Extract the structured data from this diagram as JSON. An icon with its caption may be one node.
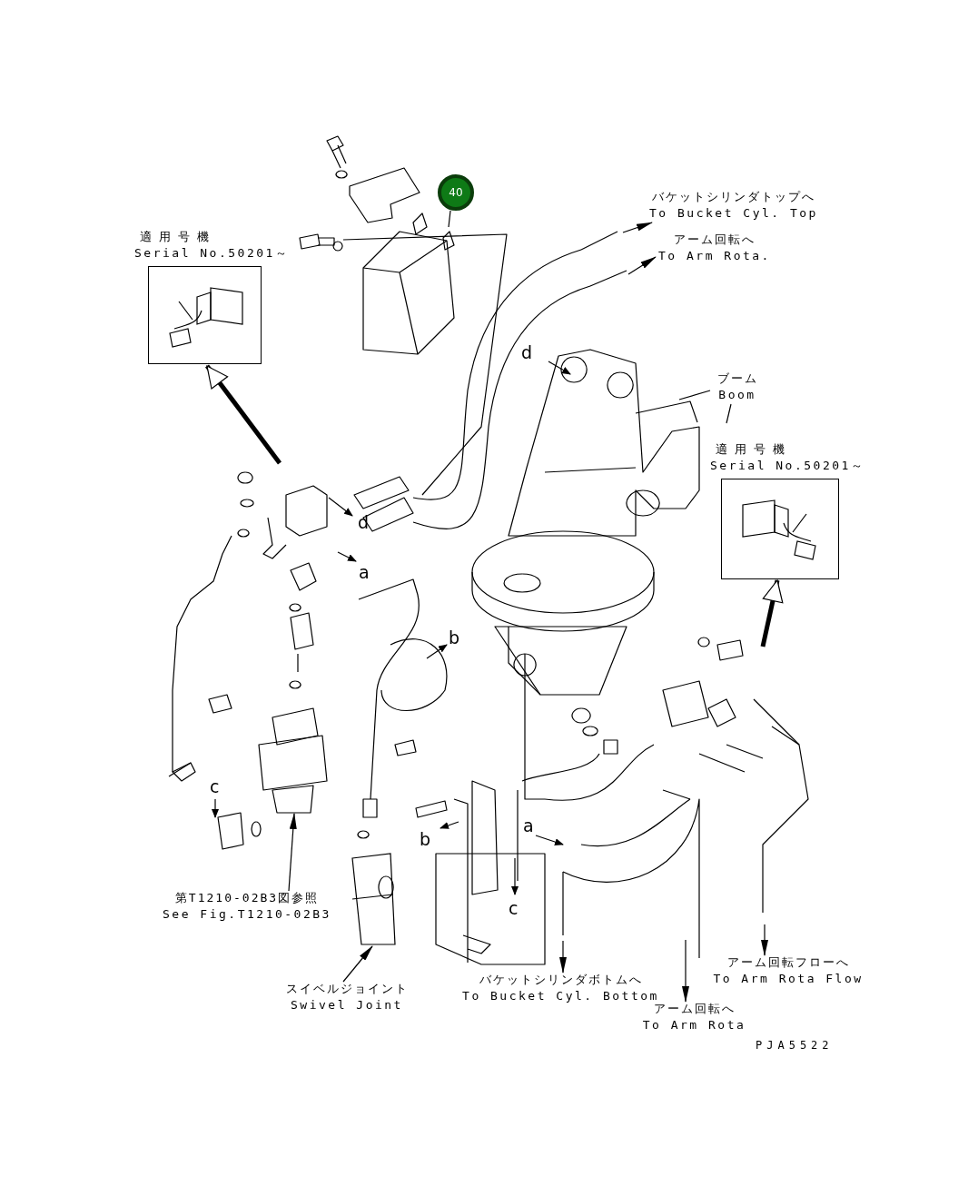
{
  "diagram": {
    "nodes": [
      {
        "text": [
          "40"
        ]
      },
      {
        "text": [
          "適用号機",
          "Serial No.50201～"
        ]
      },
      {
        "text": [
          "適用号機",
          "Serial No.50201～"
        ]
      },
      {
        "text": [
          "バケットシリンダトップへ",
          "To Bucket Cyl. Top"
        ]
      },
      {
        "text": [
          "アーム回転へ",
          "To Arm Rota."
        ]
      },
      {
        "text": [
          "ブーム",
          "Boom"
        ]
      },
      {
        "text": [
          "第T1210-02B3図参照",
          "See Fig.T1210-02B3"
        ]
      },
      {
        "text": [
          "スイベルジョイント",
          "Swivel Joint"
        ]
      },
      {
        "text": [
          "バケットシリンダボトムへ",
          "To Bucket Cyl. Bottom"
        ]
      },
      {
        "text": [
          "アーム回転フローへ",
          "To Arm Rota Flow"
        ]
      },
      {
        "text": [
          "アーム回転へ",
          "To Arm Rota"
        ]
      }
    ],
    "edges": [
      {
        "from": 0,
        "to": null,
        "arrow": "none"
      },
      {
        "from": null,
        "to": 1,
        "arrow": "to",
        "style": "thick"
      },
      {
        "from": null,
        "to": 2,
        "arrow": "to",
        "style": "thick"
      },
      {
        "from": null,
        "to": 3,
        "arrow": "to"
      },
      {
        "from": null,
        "to": 4,
        "arrow": "to"
      },
      {
        "from": 5,
        "to": null,
        "arrow": "none"
      },
      {
        "from": 5,
        "to": null,
        "arrow": "none"
      },
      {
        "from": 6,
        "to": null,
        "arrow": "to"
      },
      {
        "from": 7,
        "to": null,
        "arrow": "to"
      },
      {
        "from": null,
        "to": 8,
        "arrow": "to"
      },
      {
        "from": null,
        "to": 9,
        "arrow": "to"
      },
      {
        "from": null,
        "to": 10,
        "arrow": "to"
      }
    ],
    "labels": [
      "d",
      "d",
      "a",
      "b",
      "c",
      "b",
      "a",
      "c",
      "PJA5522"
    ]
  }
}
